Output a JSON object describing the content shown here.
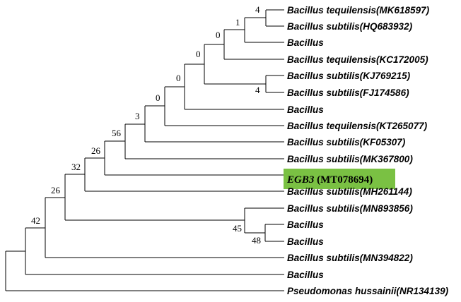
{
  "tree": {
    "leaves": [
      "Bacillus tequilensis(MK618597)",
      "Bacillus subtilis(HQ683932)",
      "Bacillus",
      "Bacillus tequilensis(KC172005)",
      "Bacillus subtilis(KJ769215)",
      "Bacillus subtilis(FJ174586)",
      "Bacillus",
      "Bacillus tequilensis(KT265077)",
      "Bacillus subtilis(KF05307)",
      "Bacillus subtilis(MK367800)",
      "Bacillus subtilis(MH261144)",
      "Bacillus subtilis(MN893856)",
      "Bacillus",
      "Bacillus",
      "Bacillus subtilis(MN394822)",
      "Bacillus",
      "Pseudomonas hussainii(NR134139)"
    ],
    "highlight": {
      "italic_part": "EGB3",
      "plain_part": " (MT078694)",
      "color": "#7ac143"
    },
    "support_values": [
      "4",
      "1",
      "0",
      "0",
      "4",
      "0",
      "0",
      "3",
      "56",
      "26",
      "32",
      "26",
      "45",
      "48",
      "42"
    ]
  }
}
